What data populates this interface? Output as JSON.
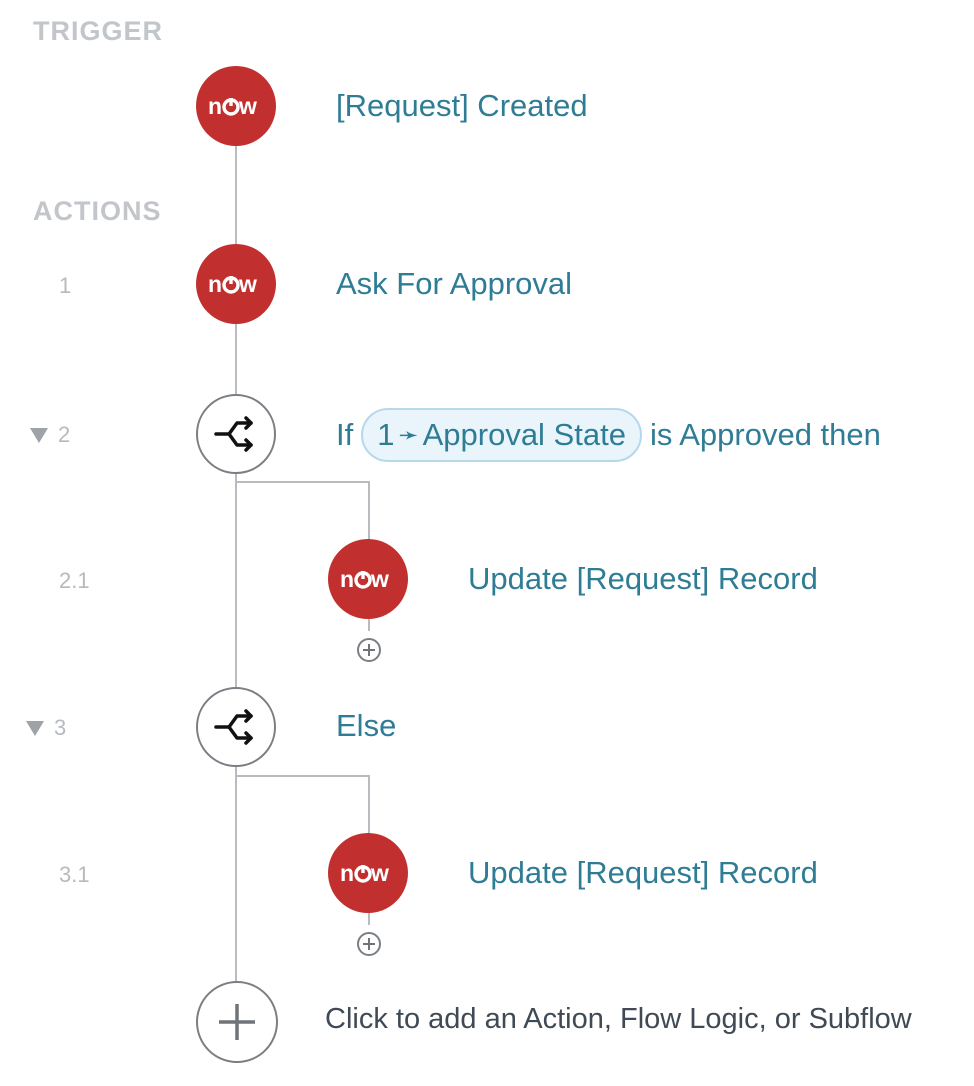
{
  "sections": {
    "trigger_label": "TRIGGER",
    "actions_label": "ACTIONS"
  },
  "trigger": {
    "label": "[Request] Created",
    "icon": "servicenow-logo-icon",
    "logo_text": "now"
  },
  "steps": [
    {
      "number": "1",
      "label": "Ask For Approval",
      "icon": "servicenow-logo-icon",
      "logo_text": "now"
    },
    {
      "number": "2",
      "prefix": "If",
      "pill_step": "1",
      "pill_arrow": "➛",
      "pill_field": "Approval State",
      "suffix": "is Approved then",
      "icon": "flow-logic-icon"
    },
    {
      "number": "2.1",
      "label": "Update [Request] Record",
      "icon": "servicenow-logo-icon",
      "logo_text": "now"
    },
    {
      "number": "3",
      "label": "Else",
      "icon": "flow-logic-icon"
    },
    {
      "number": "3.1",
      "label": "Update [Request] Record",
      "icon": "servicenow-logo-icon",
      "logo_text": "now"
    }
  ],
  "add_action": {
    "text": "Click to add an Action, Flow Logic, or Subflow",
    "icon": "plus-icon"
  },
  "colors": {
    "brand_red": "#c1302e",
    "label_teal": "#2f7d95",
    "connector_gray": "#b8bcc0",
    "pill_bg": "#e9f4fb",
    "pill_border": "#b6d8ec"
  }
}
